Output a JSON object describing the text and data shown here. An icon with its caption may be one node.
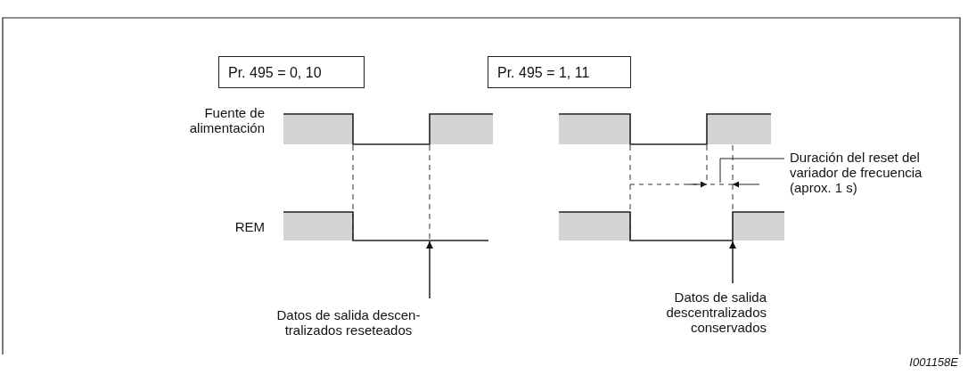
{
  "diagram": {
    "nodes": [
      {
        "text": [
          "Pr. 495 = 0, 10"
        ]
      },
      {
        "text": [
          "Pr. 495 = 1, 11"
        ]
      },
      {
        "text": [
          "Datos de salida descen- tralizados reseteados"
        ]
      },
      {
        "text": [
          "Datos de salida descentralizados conservados"
        ]
      },
      {
        "text": [
          "Duración del reset del variador de frecuencia (aprox. 1 s)"
        ]
      }
    ],
    "edges": [
      {
        "from": 2,
        "to": null,
        "arrow": "to"
      },
      {
        "from": 3,
        "to": null,
        "arrow": "to"
      },
      {
        "from": 4,
        "to": null,
        "arrow": "none"
      }
    ],
    "labels": [
      "Fuente de alimentación",
      "REM",
      "I001158E"
    ]
  }
}
